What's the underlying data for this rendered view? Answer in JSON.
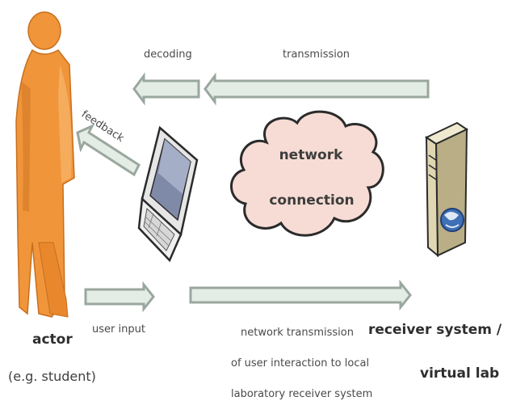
{
  "labels": {
    "decoding": "decoding",
    "transmission": "transmission",
    "feedback": "feedback",
    "network_line1": "network",
    "network_line2": "connection",
    "user_input": "user input",
    "network_transmission_line1": "network transmission",
    "network_transmission_line2": "of user interaction to local",
    "network_transmission_line3": "laboratory receiver system",
    "actor": "actor",
    "actor_example": "(e.g. student)",
    "receiver_line1": "receiver system /",
    "receiver_line2": "virtual lab"
  },
  "colors": {
    "actor": "#f0953a",
    "arrow_fill": "#e4ece6",
    "arrow_stroke": "#9aa79e",
    "cloud_fill": "#f6dcd4",
    "cloud_stroke": "#2b2b2b",
    "server_body": "#d9cfa8",
    "globe": "#3f6fb5"
  }
}
